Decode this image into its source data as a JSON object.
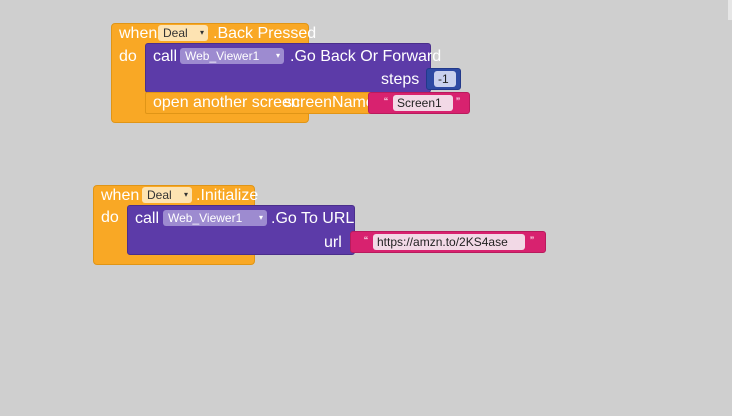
{
  "colors": {
    "event": "#f9a825",
    "procedure": "#5c3ba8",
    "text": "#d8226f",
    "number": "#2e4aa3"
  },
  "block1": {
    "when": "when",
    "component": "Deal",
    "event": ".Back Pressed",
    "do": "do",
    "call": "call",
    "target": "Web_Viewer1",
    "method": ".Go Back Or Forward",
    "steps_label": "steps",
    "steps_value": "-1",
    "open_label": "open another screen",
    "screen_param": "screenName",
    "screen_value": "Screen1"
  },
  "block2": {
    "when": "when",
    "component": "Deal",
    "event": ".Initialize",
    "do": "do",
    "call": "call",
    "target": "Web_Viewer1",
    "method": ".Go To URL",
    "url_label": "url",
    "url_value": "https://amzn.to/2KS4ase"
  },
  "quote_open": "“",
  "quote_close": "”",
  "caret": "▾"
}
